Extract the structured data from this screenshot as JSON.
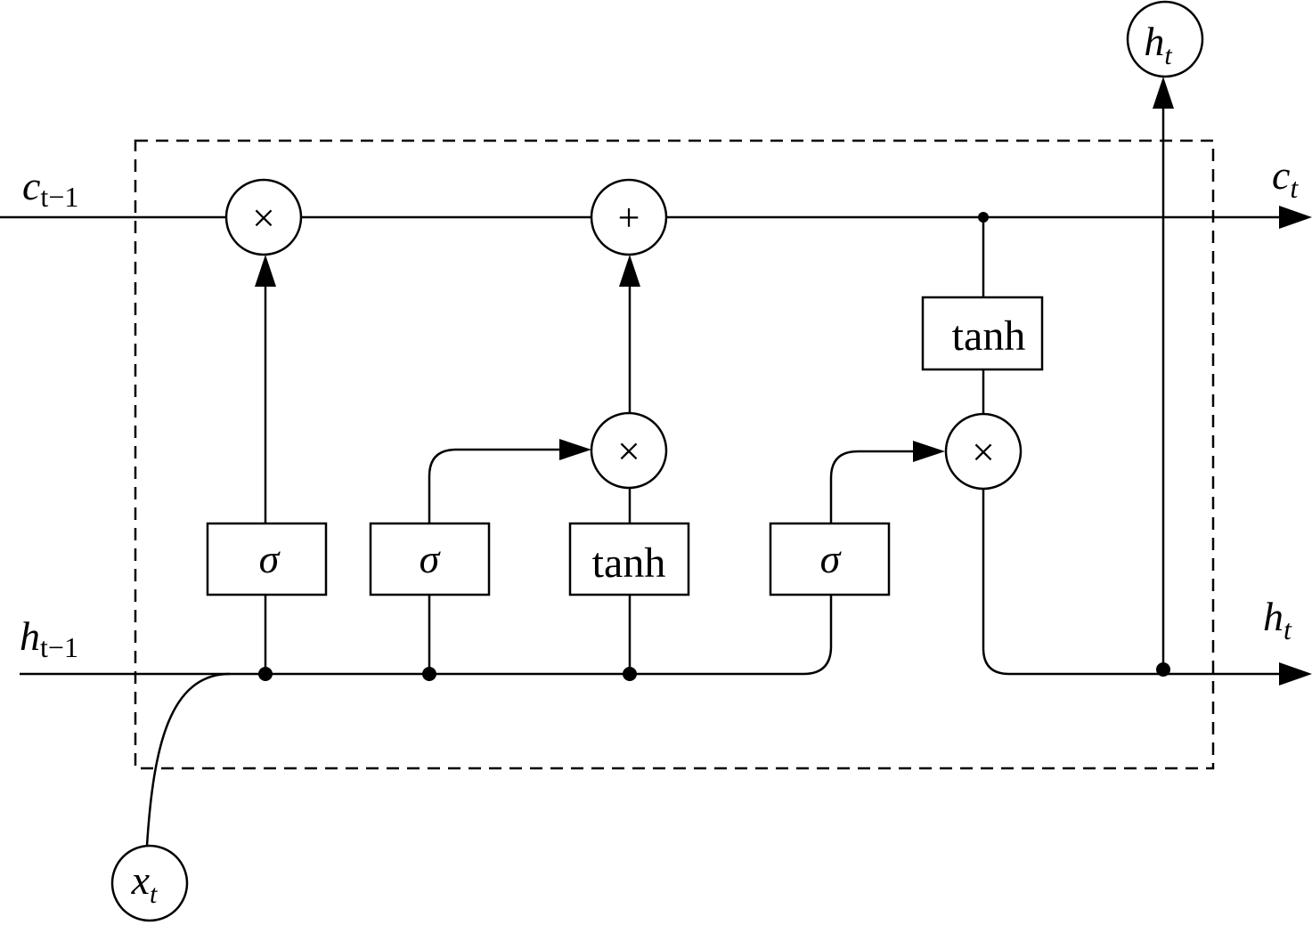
{
  "labels": {
    "c_prev": {
      "base": "c",
      "sub": "t−1"
    },
    "c_next": {
      "base": "c",
      "sub": "t"
    },
    "h_prev": {
      "base": "h",
      "sub": "t−1"
    },
    "h_next": {
      "base": "h",
      "sub": "t"
    },
    "h_top": {
      "base": "h",
      "sub": "t"
    },
    "x_in": {
      "base": "x",
      "sub": "t"
    }
  },
  "gates": {
    "forget": "σ",
    "input": "σ",
    "candidate": "tanh",
    "output": "σ",
    "cell_tanh": "tanh"
  },
  "operators": {
    "mult_forget": "×",
    "add_cell": "+",
    "mult_input": "×",
    "mult_output": "×"
  }
}
